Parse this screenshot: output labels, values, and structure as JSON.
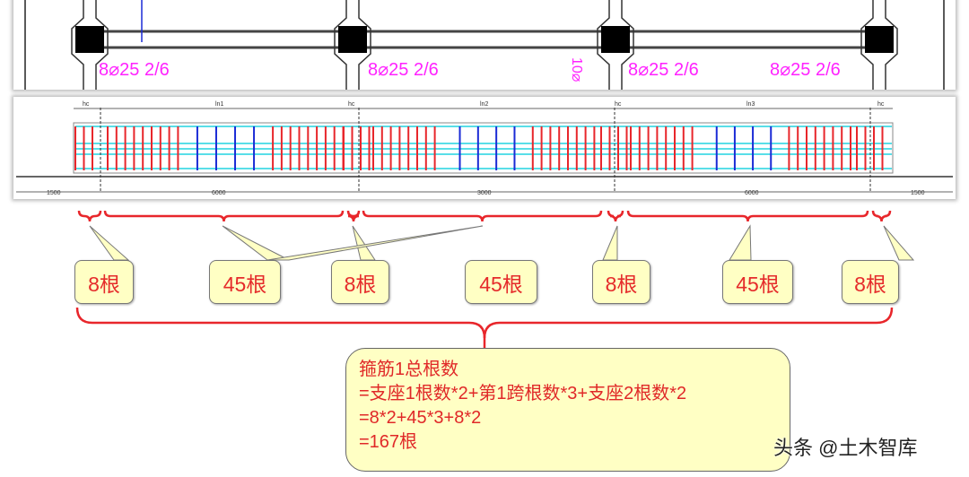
{
  "plan": {
    "rebar_labels": [
      "8⌀25 2/6",
      "8⌀25 2/6",
      "8⌀25 2/6",
      "8⌀25 2/6"
    ],
    "vertical_label": "10⌀"
  },
  "elevation": {
    "top_labels": [
      "hc",
      "ln1",
      "hc",
      "ln2",
      "hc",
      "ln3",
      "hc"
    ],
    "bottom_dims": [
      "1500",
      "6000",
      "3000",
      "6000",
      "1500"
    ]
  },
  "callouts": [
    "8根",
    "45根",
    "8根",
    "45根",
    "8根",
    "45根",
    "8根"
  ],
  "formula": {
    "lines": [
      "箍筋1总根数",
      "=支座1根数*2+第1跨根数*3+支座2根数*2",
      "=8*2+45*3+8*2",
      "=167根"
    ]
  },
  "watermark": "头条 @土木智库",
  "colors": {
    "dense": "#e8262b",
    "sparse": "#1b2bd6",
    "bars": "#22d3e0",
    "annot": "#ff22ff"
  }
}
